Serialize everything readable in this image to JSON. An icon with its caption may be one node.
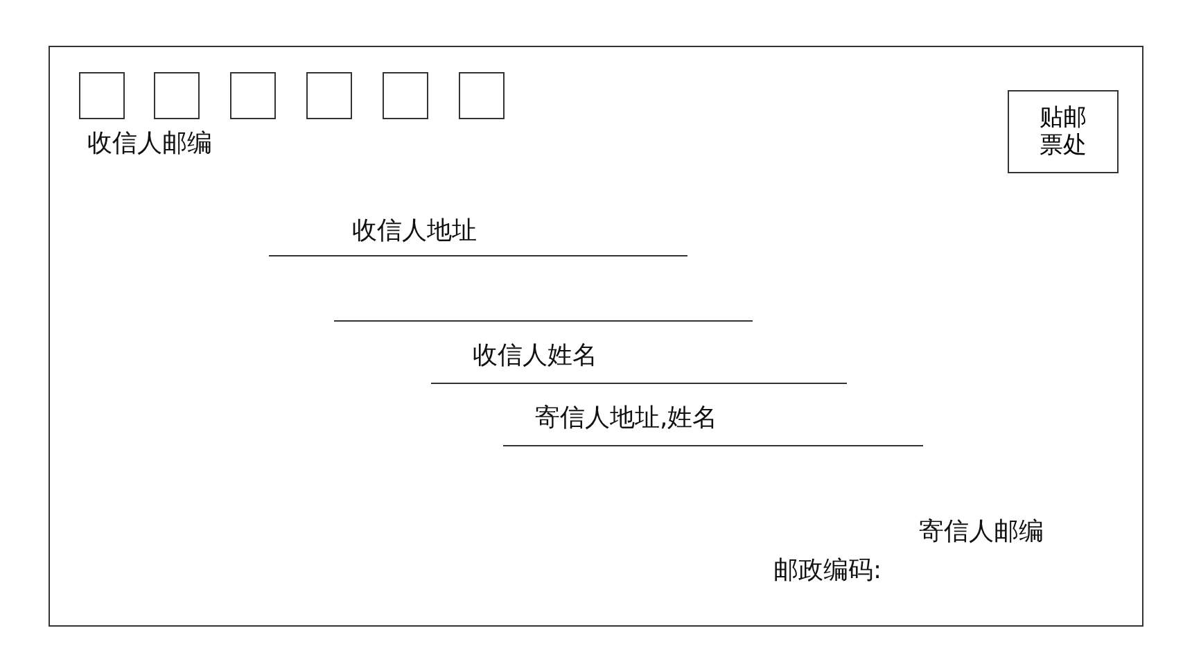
{
  "diagram": {
    "nodes": [
      {
        "text": [],
        "shape": "box"
      },
      {
        "text": [],
        "shape": "box",
        "in": 0
      },
      {
        "text": [],
        "shape": "box",
        "in": 0
      },
      {
        "text": [],
        "shape": "box",
        "in": 0
      },
      {
        "text": [],
        "shape": "box",
        "in": 0
      },
      {
        "text": [],
        "shape": "box",
        "in": 0
      },
      {
        "text": [],
        "shape": "box",
        "in": 0
      },
      {
        "text": [
          "贴邮票处"
        ],
        "in": 0
      }
    ],
    "edges": [],
    "labels": [
      "收信人邮编",
      "收信人地址",
      "收信人姓名",
      "寄信人地址,姓名",
      "寄信人邮编",
      "邮政编码:"
    ]
  }
}
